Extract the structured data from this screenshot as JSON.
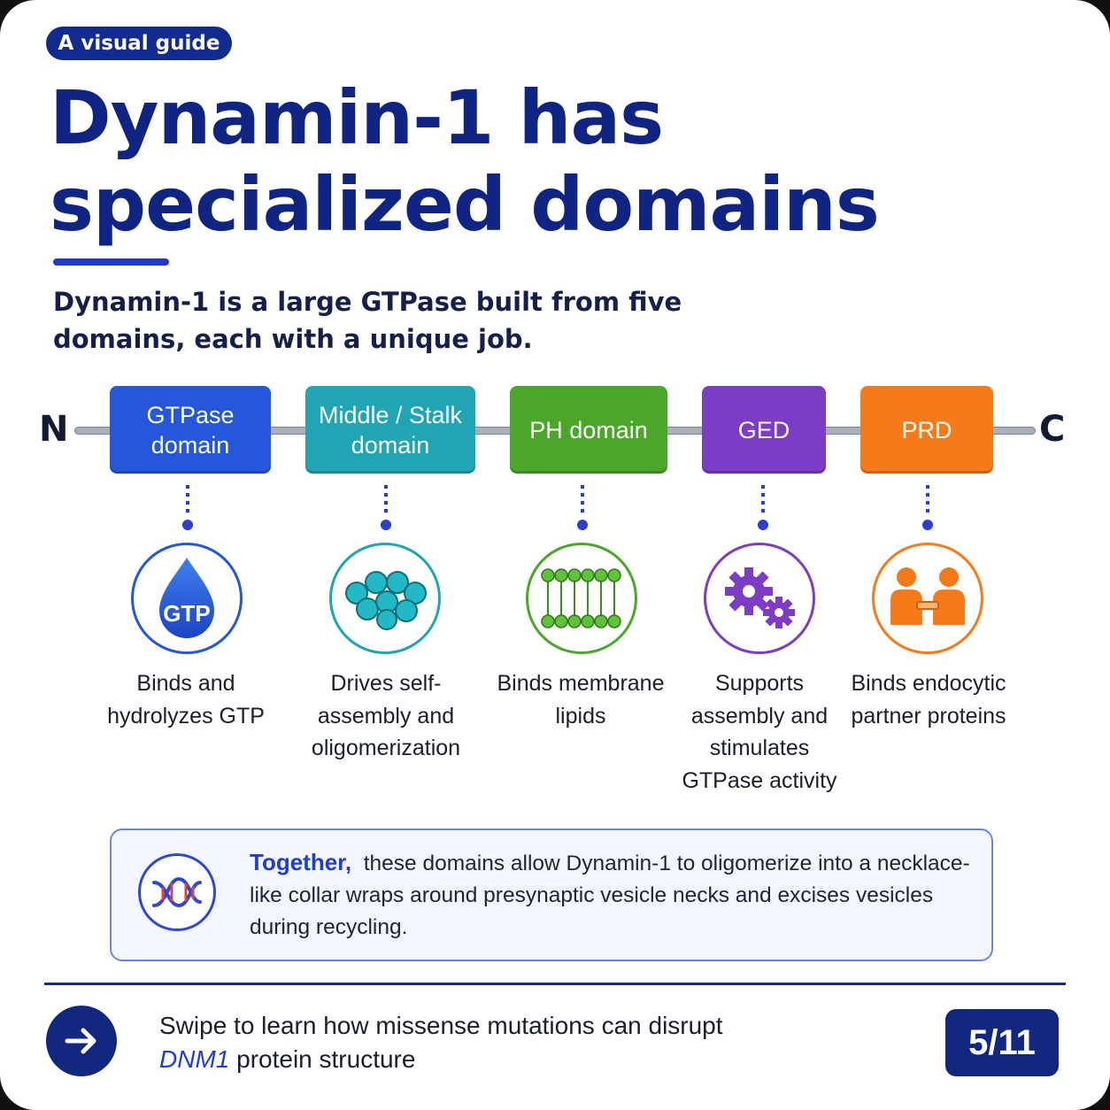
{
  "badge": "A visual guide",
  "title": "Dynamin-1 has specialized domains",
  "subtitle": "Dynamin-1 is a large GTPase built from five domains, each with a unique job.",
  "terminals": {
    "n": "N",
    "c": "C"
  },
  "domains": [
    {
      "label": "GTPase domain",
      "color": "#2457d9",
      "icon": "gtp-drop-icon",
      "icon_text": "GTP",
      "description": "Binds and hydrolyzes GTP"
    },
    {
      "label": "Middle / Stalk domain",
      "color": "#1fa5b3",
      "icon": "molecule-cluster-icon",
      "description": "Drives self-assembly and oligomerization"
    },
    {
      "label": "PH domain",
      "color": "#4aa72a",
      "icon": "lipid-bilayer-icon",
      "description": "Binds membrane lipids"
    },
    {
      "label": "GED",
      "color": "#7c3cc6",
      "icon": "gears-icon",
      "description": "Supports assembly and stimulates GTPase activity"
    },
    {
      "label": "PRD",
      "color": "#f57a19",
      "icon": "partner-people-icon",
      "description": "Binds endocytic partner proteins"
    }
  ],
  "together": {
    "icon": "dna-icon",
    "lead": "Together,",
    "text": "these domains allow Dynamin-1 to oligomerize into a necklace-like collar wraps around presynaptic vesicle necks and excises vesicles during recycling."
  },
  "footer": {
    "icon": "arrow-right-icon",
    "text_before": "Swipe to learn how missense mutations can disrupt",
    "gene": "DNM1",
    "text_after": "protein structure",
    "page": "5/11"
  }
}
